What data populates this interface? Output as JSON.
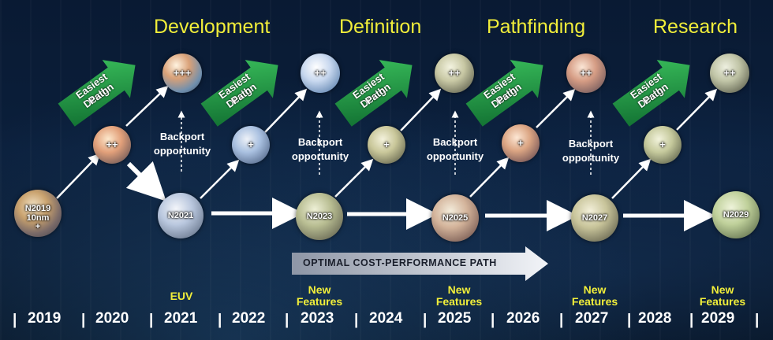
{
  "phases": [
    {
      "label": "Development"
    },
    {
      "label": "Definition"
    },
    {
      "label": "Pathfinding"
    },
    {
      "label": "Research"
    }
  ],
  "spheres": {
    "n2019": {
      "line1": "N2019",
      "line2": "10nm",
      "line3": "+"
    },
    "pp2020": {
      "label": "++"
    },
    "ppp2021": {
      "label": "+++"
    },
    "n2021": {
      "label": "N2021"
    },
    "p2022": {
      "label": "+"
    },
    "pp2023": {
      "label": "++"
    },
    "n2023": {
      "label": "N2023"
    },
    "p2024": {
      "label": "+"
    },
    "pp2025": {
      "label": "++"
    },
    "n2025": {
      "label": "N2025"
    },
    "p2026": {
      "label": "+"
    },
    "pp2027": {
      "label": "++"
    },
    "n2027": {
      "label": "N2027"
    },
    "p2028": {
      "label": "+"
    },
    "pp2029": {
      "label": "++"
    },
    "n2029": {
      "label": "N2029"
    }
  },
  "easiest_design_path": {
    "line1": "Easiest Design",
    "line2": "Path"
  },
  "backport": {
    "line1": "Backport",
    "line2": "opportunity"
  },
  "optimal_path": "OPTIMAL COST-PERFORMANCE PATH",
  "annotations": {
    "euv": "EUV",
    "new_features_line1": "New",
    "new_features_line2": "Features"
  },
  "years": [
    "2019",
    "2020",
    "2021",
    "2022",
    "2023",
    "2024",
    "2025",
    "2026",
    "2027",
    "2028",
    "2029"
  ],
  "colors": {
    "phase_text": "#f1ee3a",
    "arrow_green": "#1e9a45"
  }
}
